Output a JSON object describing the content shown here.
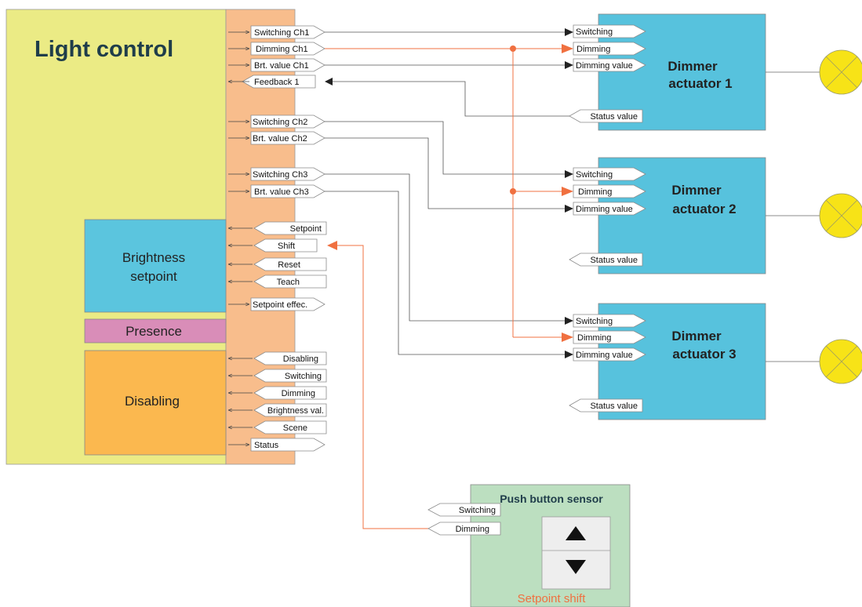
{
  "light_control": {
    "title": "Light control",
    "brightness_setpoint": "Brightness setpoint",
    "presence": "Presence",
    "disabling": "Disabling",
    "outputs": {
      "switching_ch1": "Switching Ch1",
      "dimming_ch1": "Dimming Ch1",
      "brt_value_ch1": "Brt. value Ch1",
      "switching_ch2": "Switching Ch2",
      "brt_value_ch2": "Brt. value Ch2",
      "switching_ch3": "Switching Ch3",
      "brt_value_ch3": "Brt. value Ch3",
      "setpoint_effec": "Setpoint effec.",
      "status": "Status"
    },
    "inputs": {
      "feedback_1": "Feedback 1",
      "setpoint": "Setpoint",
      "shift": "Shift",
      "reset": "Reset",
      "teach": "Teach",
      "disabling": "Disabling",
      "switching": "Switching",
      "dimming": "Dimming",
      "brightness_val": "Brightness val.",
      "scene": "Scene"
    }
  },
  "actuators": [
    {
      "title_line1": "Dimmer",
      "title_line2": "actuator 1",
      "switching": "Switching",
      "dimming": "Dimming",
      "dimming_value": "Dimming value",
      "status_value": "Status value"
    },
    {
      "title_line1": "Dimmer",
      "title_line2": "actuator 2",
      "switching": "Switching",
      "dimming": "Dimming",
      "dimming_value": "Dimming value",
      "status_value": "Status value"
    },
    {
      "title_line1": "Dimmer",
      "title_line2": "actuator 3",
      "switching": "Switching",
      "dimming": "Dimming",
      "dimming_value": "Dimming value",
      "status_value": "Status value"
    }
  ],
  "push_button_sensor": {
    "title": "Push button sensor",
    "switching": "Switching",
    "dimming": "Dimming",
    "caption": "Setpoint shift",
    "up_icon": "triangle-up-icon",
    "down_icon": "triangle-down-icon"
  },
  "colors": {
    "light_control": "#ebeb85",
    "io_strip": "#f8bd8c",
    "brightness_setpoint": "#5bc5de",
    "presence": "#d98db8",
    "disabling": "#fbb84f",
    "actuator": "#57c2dd",
    "lamp": "#f7e317",
    "push_button": "#bcdfc0",
    "highlight_wire": "#f07040",
    "setpoint_shift_text": "#f07040"
  }
}
